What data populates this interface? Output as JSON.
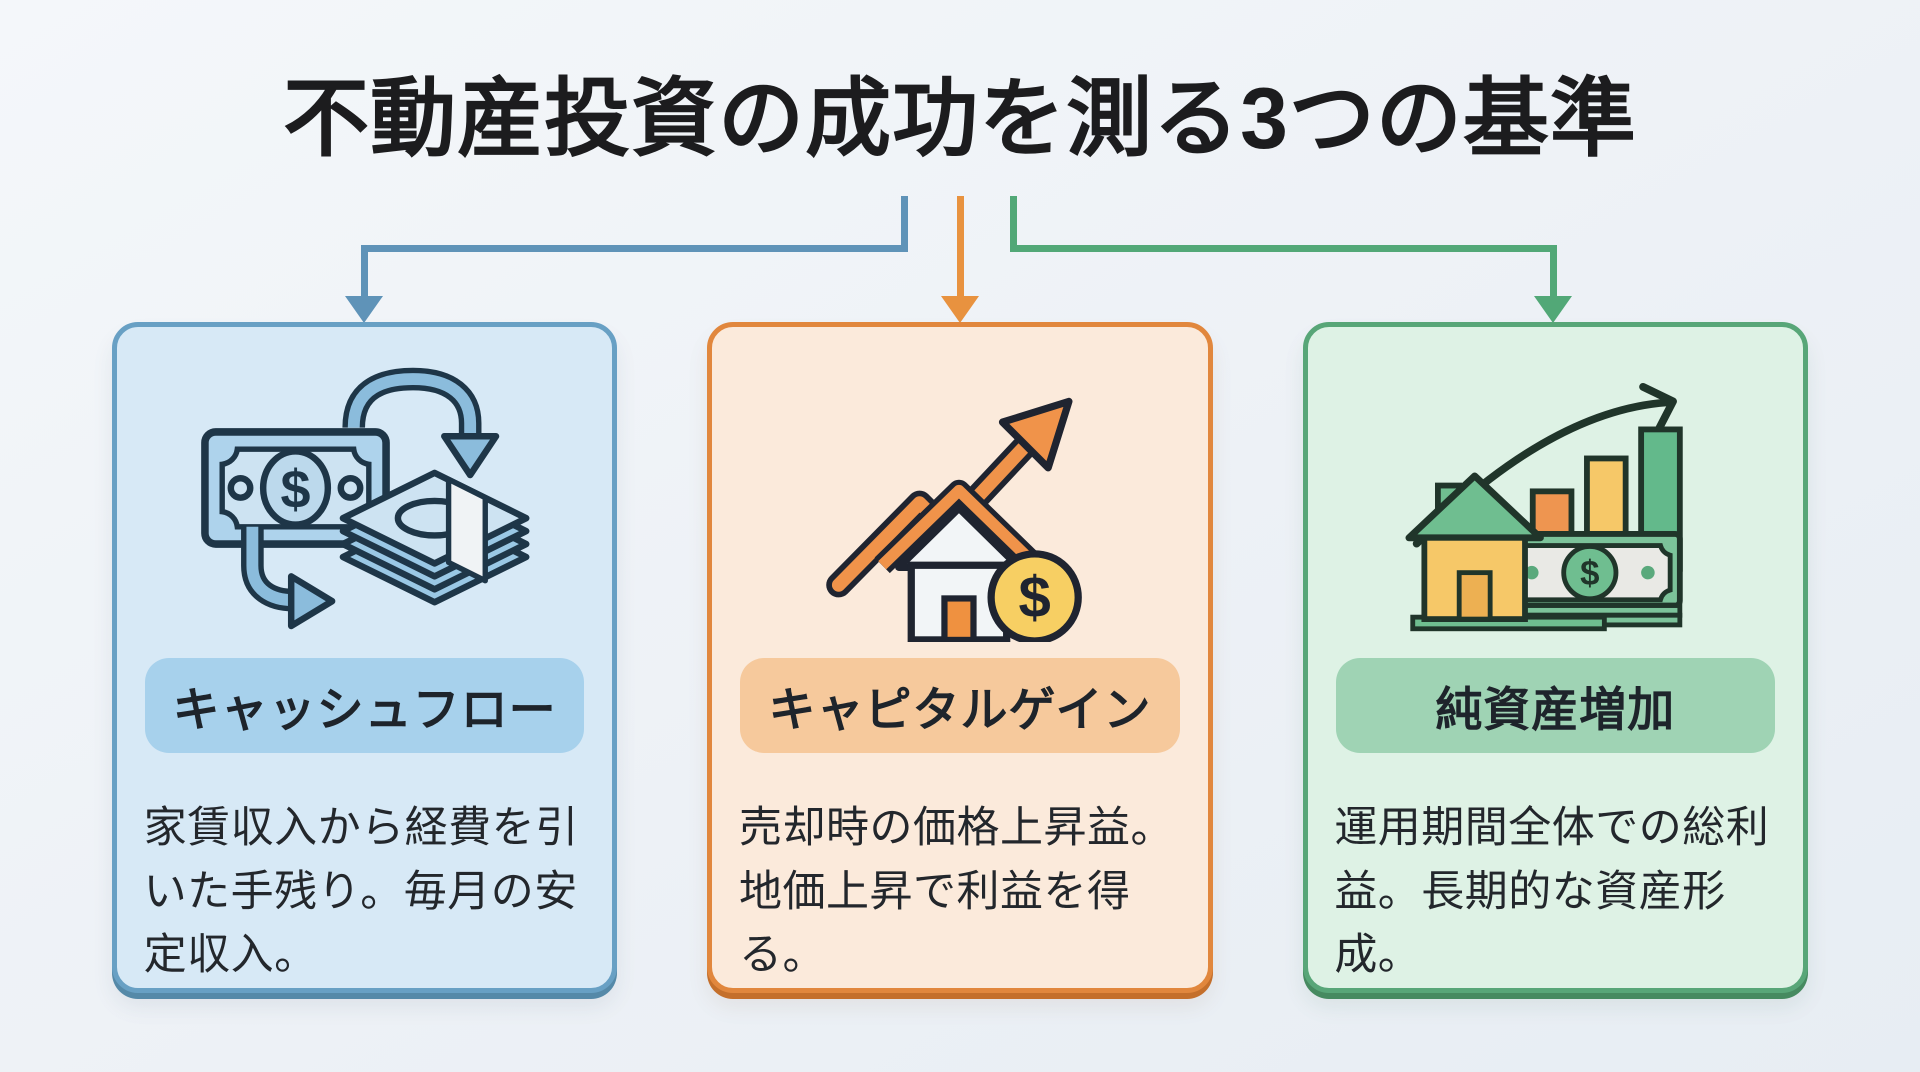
{
  "title": "不動産投資の成功を測る3つの基準",
  "palette": {
    "background": "#edf1f6",
    "title_color": "#1c1c1e",
    "connector_blue": "#5f93b8",
    "connector_orange": "#e8923f",
    "connector_green": "#52a877"
  },
  "cards": [
    {
      "id": "cash-flow",
      "label": "キャッシュフロー",
      "description": "家賃収入から経費を引いた手残り。毎月の安定収入。",
      "icon": "cash-flow-cycle-icon",
      "accent": "#5f93b8",
      "card_bg": "#d7e9f6",
      "border_color": "#68a0c4",
      "label_bg": "#a7d1ec"
    },
    {
      "id": "capital-gain",
      "label": "キャピタルゲイン",
      "description": "売却時の価格上昇益。地価上昇で利益を得る。",
      "icon": "house-price-rise-icon",
      "accent": "#e8923f",
      "card_bg": "#fbeadb",
      "border_color": "#e1873d",
      "label_bg": "#f6c99c"
    },
    {
      "id": "net-asset-growth",
      "label": "純資産増加",
      "description": "運用期間全体での総利益。長期的な資産形成。",
      "icon": "asset-growth-icon",
      "accent": "#52a877",
      "card_bg": "#def2e5",
      "border_color": "#58a678",
      "label_bg": "#9fd3b4"
    }
  ]
}
